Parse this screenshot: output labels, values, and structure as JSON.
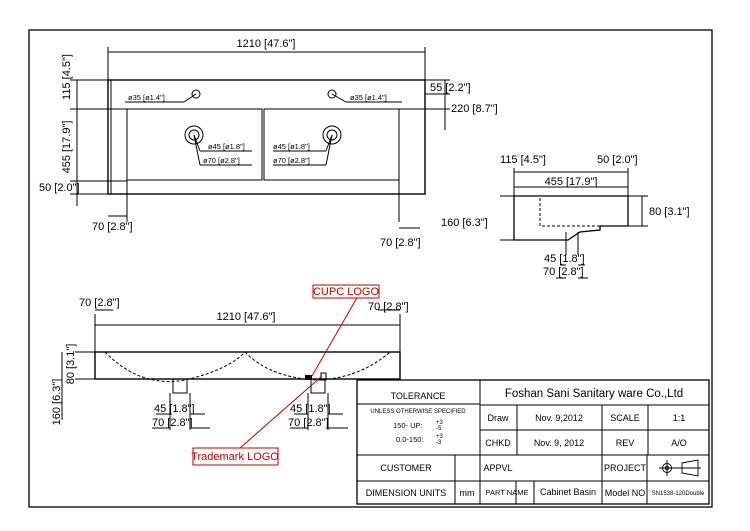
{
  "plan_view": {
    "overall_width": "1210 [47.6\"]",
    "depth_top": "115 [4.5\"]",
    "depth_basin": "455 [17.9\"]",
    "depth_front": "50 [2.0\"]",
    "tap_hole_label_left": "ø35 [ø1.4\"]",
    "tap_hole_label_right": "ø35 [ø1.4\"]",
    "tap_offset": "55 [2.2\"]",
    "basin_front_offset": "220 [8.7\"]",
    "drain_45_left": "ø45 [ø1.8\"]",
    "drain_70_left": "ø70 [ø2.8\"]",
    "drain_45_right": "ø45 [ø1.8\"]",
    "drain_70_right": "ø70 [ø2.8\"]",
    "edge_left": "70 [2.8\"]",
    "edge_right": "70 [2.8\"]"
  },
  "side_view": {
    "top_115": "115 [4.5\"]",
    "top_50": "50 [2.0\"]",
    "depth_455": "455 [17.9\"]",
    "height_160": "160 [6.3\"]",
    "height_80": "80 [3.1\"]",
    "drain_45": "45 [1.8\"]",
    "drain_70": "70 [2.8\"]"
  },
  "front_view": {
    "edge_left": "70 [2.8\"]",
    "edge_right": "70 [2.8\"]",
    "overall_width": "1210 [47.6\"]",
    "height_80": "80 [3.1\"]",
    "height_160": "160 [6.3\"]",
    "drain_45_left": "45 [1.8\"]",
    "drain_70_left": "70 [2.8\"]",
    "drain_45_right": "45 [1.8\"]",
    "drain_70_right": "70 [2.8\"]",
    "cupc_logo_callout": "CUPC LOGO",
    "trademark_logo_callout": "Trademark LOGO"
  },
  "title_block": {
    "tolerance_title": "TOLERANCE",
    "tolerance_unless": "UNLESS OTHERWISE SPECIFIED",
    "tol_150_up": "150- UP:",
    "tol_150_up_plus": "+3",
    "tol_150_up_minus": "-5",
    "tol_0_150": "0.0-150:",
    "tol_0_150_plus": "+3",
    "tol_0_150_minus": "-3",
    "company": "Foshan Sani Sanitary ware Co.,Ltd",
    "draw_label": "Draw",
    "draw_date": "Nov. 9,2012",
    "scale_label": "SCALE",
    "scale_value": "1:1",
    "chkd_label": "CHKD",
    "chkd_date": "Nov. 9, 2012",
    "rev_label": "REV",
    "rev_value": "A/O",
    "customer_label": "CUSTOMER",
    "appvl_label": "APPVL",
    "project_label": "PROJECT",
    "dim_units_label": "DIMENSION UNITS",
    "dim_units_value": "mm",
    "part_name_label": "PART NAME",
    "part_name_value": "Cabinet Basin",
    "model_no_label": "Model NO",
    "model_no_value": "SN1538-120Double"
  },
  "colors": {
    "line": "#000000",
    "callout": "#c00000"
  },
  "icons": {
    "projection": "third-angle-projection-icon"
  }
}
